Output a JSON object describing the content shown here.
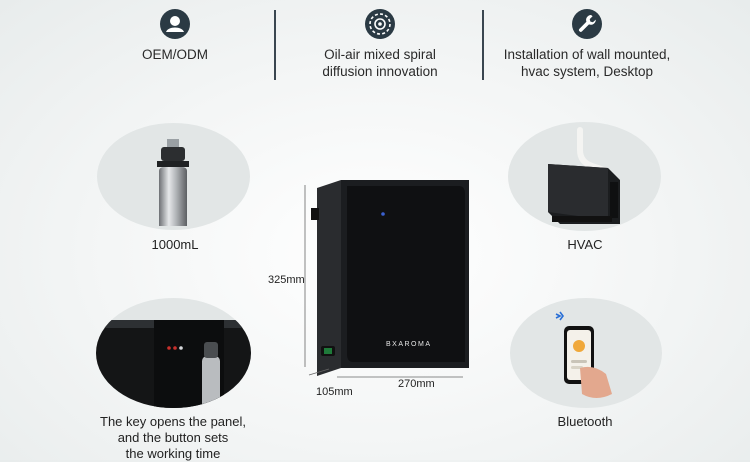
{
  "features": [
    {
      "icon": "user-icon",
      "label": "OEM/ODM"
    },
    {
      "icon": "spiral-fan-icon",
      "label": "Oil-air mixed spiral\ndiffusion innovation"
    },
    {
      "icon": "wrench-icon",
      "label": "Installation of wall mounted,\nhvac system, Desktop"
    }
  ],
  "products": {
    "bottle_caption": "1000mL",
    "hvac_caption": "HVAC",
    "panel_caption": "The key opens the panel,\nand the button sets\nthe working time",
    "bluetooth_caption": "Bluetooth"
  },
  "device": {
    "brand": "BXAROMA",
    "height_label": "325mm",
    "depth_label": "105mm",
    "width_label": "270mm"
  },
  "colors": {
    "icon_color": "#2b3a44",
    "device_body": "#1c1e21",
    "bubble": "#e2e6e6"
  }
}
